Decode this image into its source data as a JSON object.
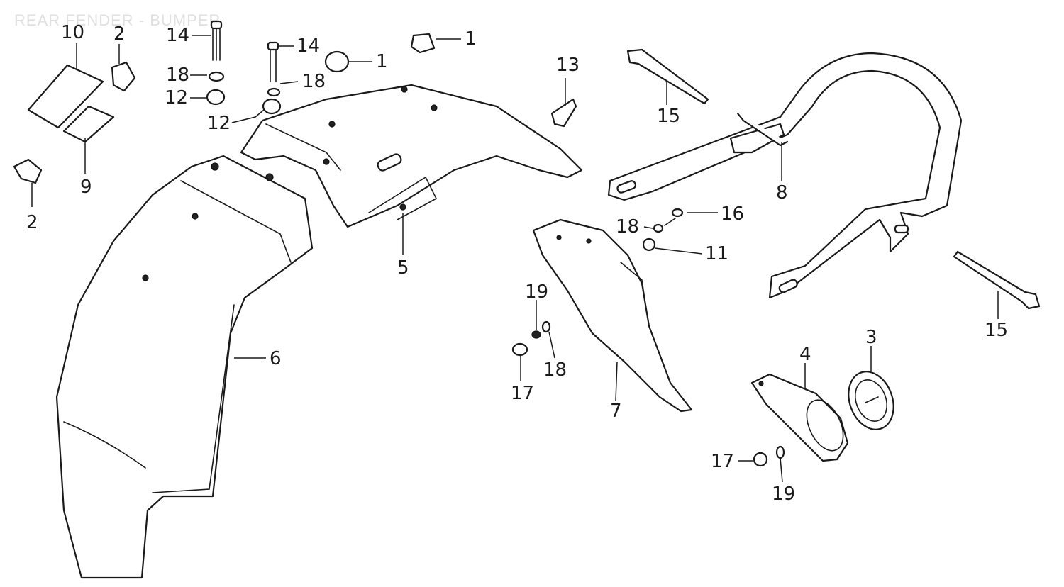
{
  "title": "REAR FENDER - BUMPER",
  "callouts": [
    "10",
    "2",
    "14",
    "18",
    "12",
    "2",
    "9",
    "14",
    "18",
    "12",
    "1",
    "1",
    "13",
    "15",
    "8",
    "5",
    "6",
    "16",
    "18",
    "11",
    "15",
    "19",
    "18",
    "17",
    "7",
    "4",
    "3",
    "17",
    "19"
  ],
  "parts": {
    "seal_9": "9",
    "seal_10": "10",
    "rear_fender_6": "6",
    "fender_5": "5",
    "mudguard_7": "7",
    "bumper_8": "8",
    "reflector_bracket_4": "4",
    "reflector_3": "3"
  }
}
